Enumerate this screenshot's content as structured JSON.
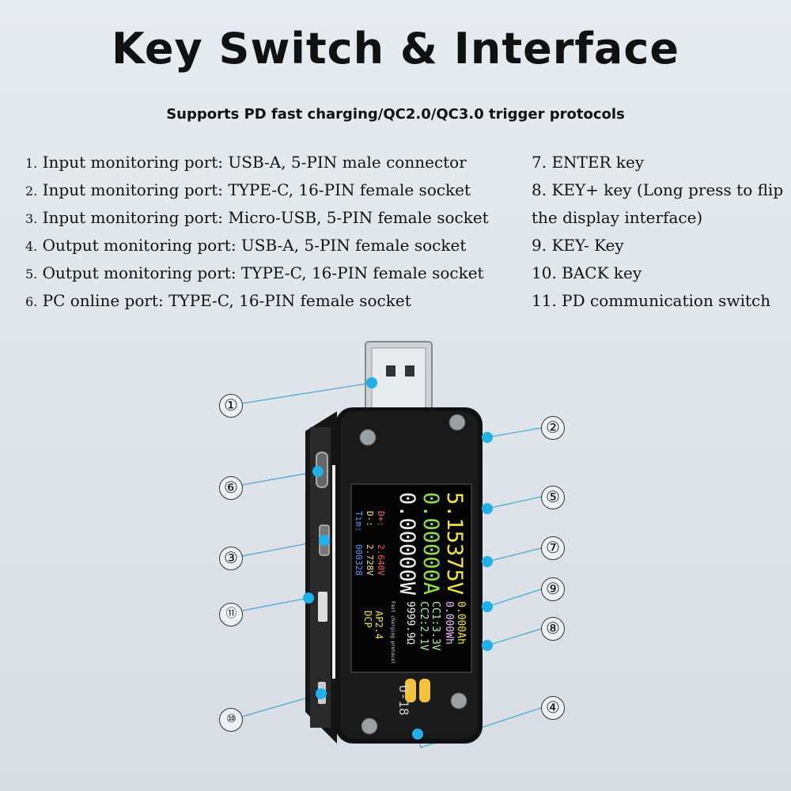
{
  "title": "Key Switch & Interface",
  "subtitle": "Supports PD fast charging/QC2.0/QC3.0 trigger protocols",
  "left_items": [
    {
      "num": "1.",
      "text": "Input monitoring port: USB-A, 5-PIN male connector"
    },
    {
      "num": "2.",
      "text": "Input monitoring port: TYPE-C, 16-PIN female socket"
    },
    {
      "num": "3.",
      "text": "Input monitoring port: Micro-USB, 5-PIN female socket"
    },
    {
      "num": "4.",
      "text": "Output monitoring port: USB-A, 5-PIN female socket"
    },
    {
      "num": "5.",
      "text": "Output monitoring port: TYPE-C, 16-PIN female socket"
    },
    {
      "num": "6.",
      "text": "PC online port: TYPE-C, 16-PIN female socket"
    }
  ],
  "right_items": [
    "7. ENTER key",
    "8. KEY+ key (Long press to flip the display interface)",
    "9. KEY- Key",
    "10. BACK key",
    "11. PD communication switch"
  ],
  "markers": [
    "①",
    "②",
    "③",
    "④",
    "⑤",
    "⑥",
    "⑦",
    "⑧",
    "⑨",
    "⑩",
    "⑪"
  ],
  "device": {
    "model": "U-18",
    "screen": {
      "voltage": "5.15375V",
      "current": "0.00000A",
      "power": "0.00000W",
      "capacity": "0.000Ah",
      "energy": "0.000Wh",
      "cc1": "CC1:3.3V",
      "cc2": "CC2:2.1V",
      "resistance": "9999.9Ω",
      "dplus_label": "D+:",
      "dplus": "2.640V",
      "dminus_label": "D-:",
      "dminus": "2.728V",
      "time_label": "Tim:",
      "time": "000328",
      "fast_label": "Fast charging protocol",
      "protocol1": "AP2.4",
      "protocol2": "DCP"
    }
  },
  "colors": {
    "accent_dot": "#1fb2ea",
    "lcd_voltage": "#f2e63a",
    "lcd_current": "#8be04a",
    "lcd_power": "#ffffff",
    "lcd_dplus": "#ff6060",
    "lcd_time": "#5a9cff"
  }
}
